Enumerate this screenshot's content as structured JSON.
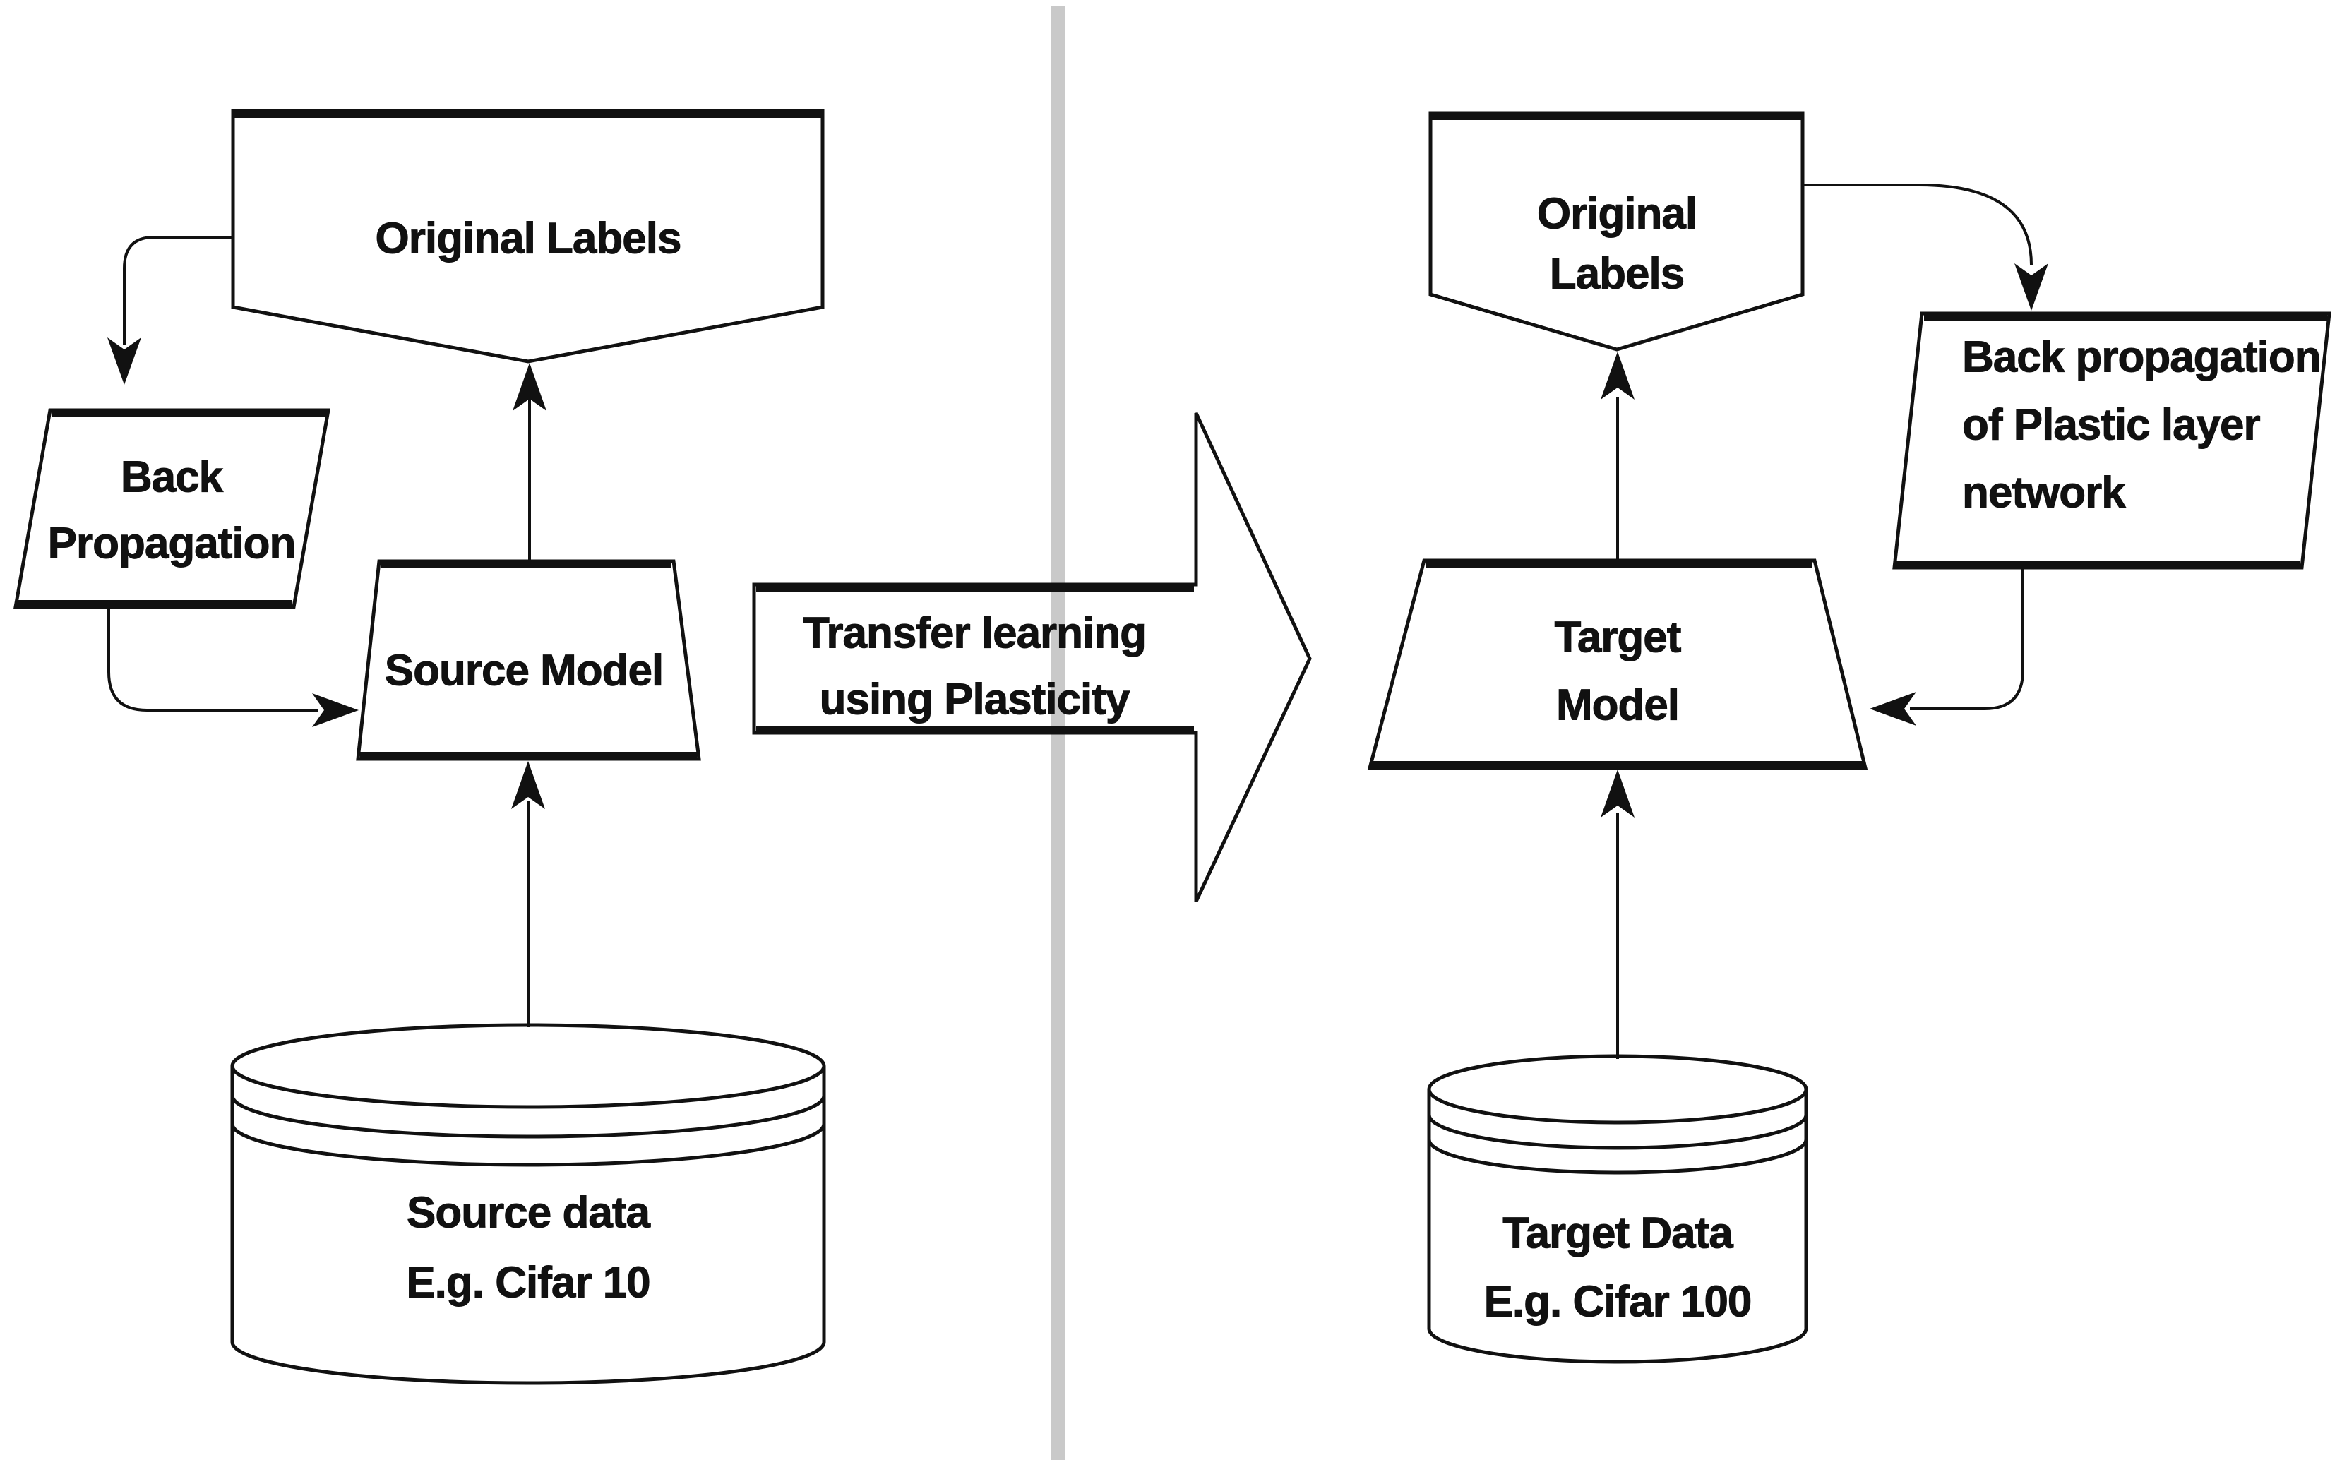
{
  "colors": {
    "stroke": "#111111",
    "divider": "#c9c9c9",
    "text": "#111111"
  },
  "left": {
    "banner_label": "Original Labels",
    "backprop_line1": "Back",
    "backprop_line2": "Propagation",
    "model_label": "Source Model",
    "data_line1": "Source data",
    "data_line2": "E.g. Cifar 10"
  },
  "transfer": {
    "line1": "Transfer learning",
    "line2": "using Plasticity"
  },
  "right": {
    "banner_line1": "Original",
    "banner_line2": "Labels",
    "backprop_line1": "Back propagation",
    "backprop_line2": "of Plastic layer",
    "backprop_line3": "network",
    "model_line1": "Target",
    "model_line2": "Model",
    "data_line1": "Target Data",
    "data_line2": "E.g. Cifar 100"
  }
}
